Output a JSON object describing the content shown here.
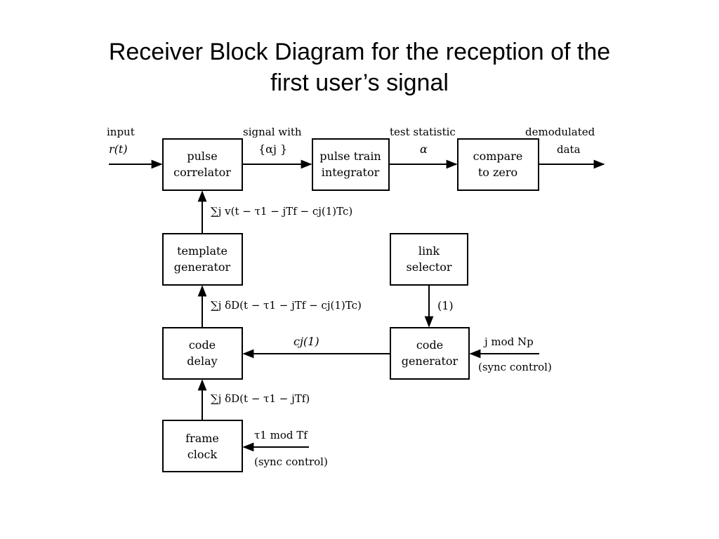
{
  "title": {
    "line1": "Receiver Block Diagram for the reception of the",
    "line2": "first user’s signal"
  },
  "blocks": {
    "pulse_correlator": [
      "pulse",
      "correlator"
    ],
    "pulse_train_integrator": [
      "pulse train",
      "integrator"
    ],
    "compare_to_zero": [
      "compare",
      "to zero"
    ],
    "template_generator": [
      "template",
      "generator"
    ],
    "link_selector": [
      "link",
      "selector"
    ],
    "code_delay": [
      "code",
      "delay"
    ],
    "code_generator": [
      "code",
      "generator"
    ],
    "frame_clock": [
      "frame",
      "clock"
    ]
  },
  "labels": {
    "input_1": "input",
    "input_2": "r(t)",
    "signal_with_1": "signal with",
    "signal_with_2": "{αj }",
    "test_statistic_1": "test statistic",
    "test_statistic_2": "α",
    "demodulated_1": "demodulated",
    "demodulated_2": "data",
    "template_expr": "∑j v(t − τ1 − jTf − cj(1)Tc)",
    "code_delay_expr": "∑j δD(t − τ1 − jTf − cj(1)Tc)",
    "frame_clock_expr": "∑j δD(t − τ1 − jTf)",
    "link_index": "(1)",
    "code_signal": "cj(1)",
    "jmod_1": "j mod Np",
    "jmod_2": "(sync control)",
    "tau_1": "τ1 mod Tf",
    "tau_2": "(sync control)"
  }
}
